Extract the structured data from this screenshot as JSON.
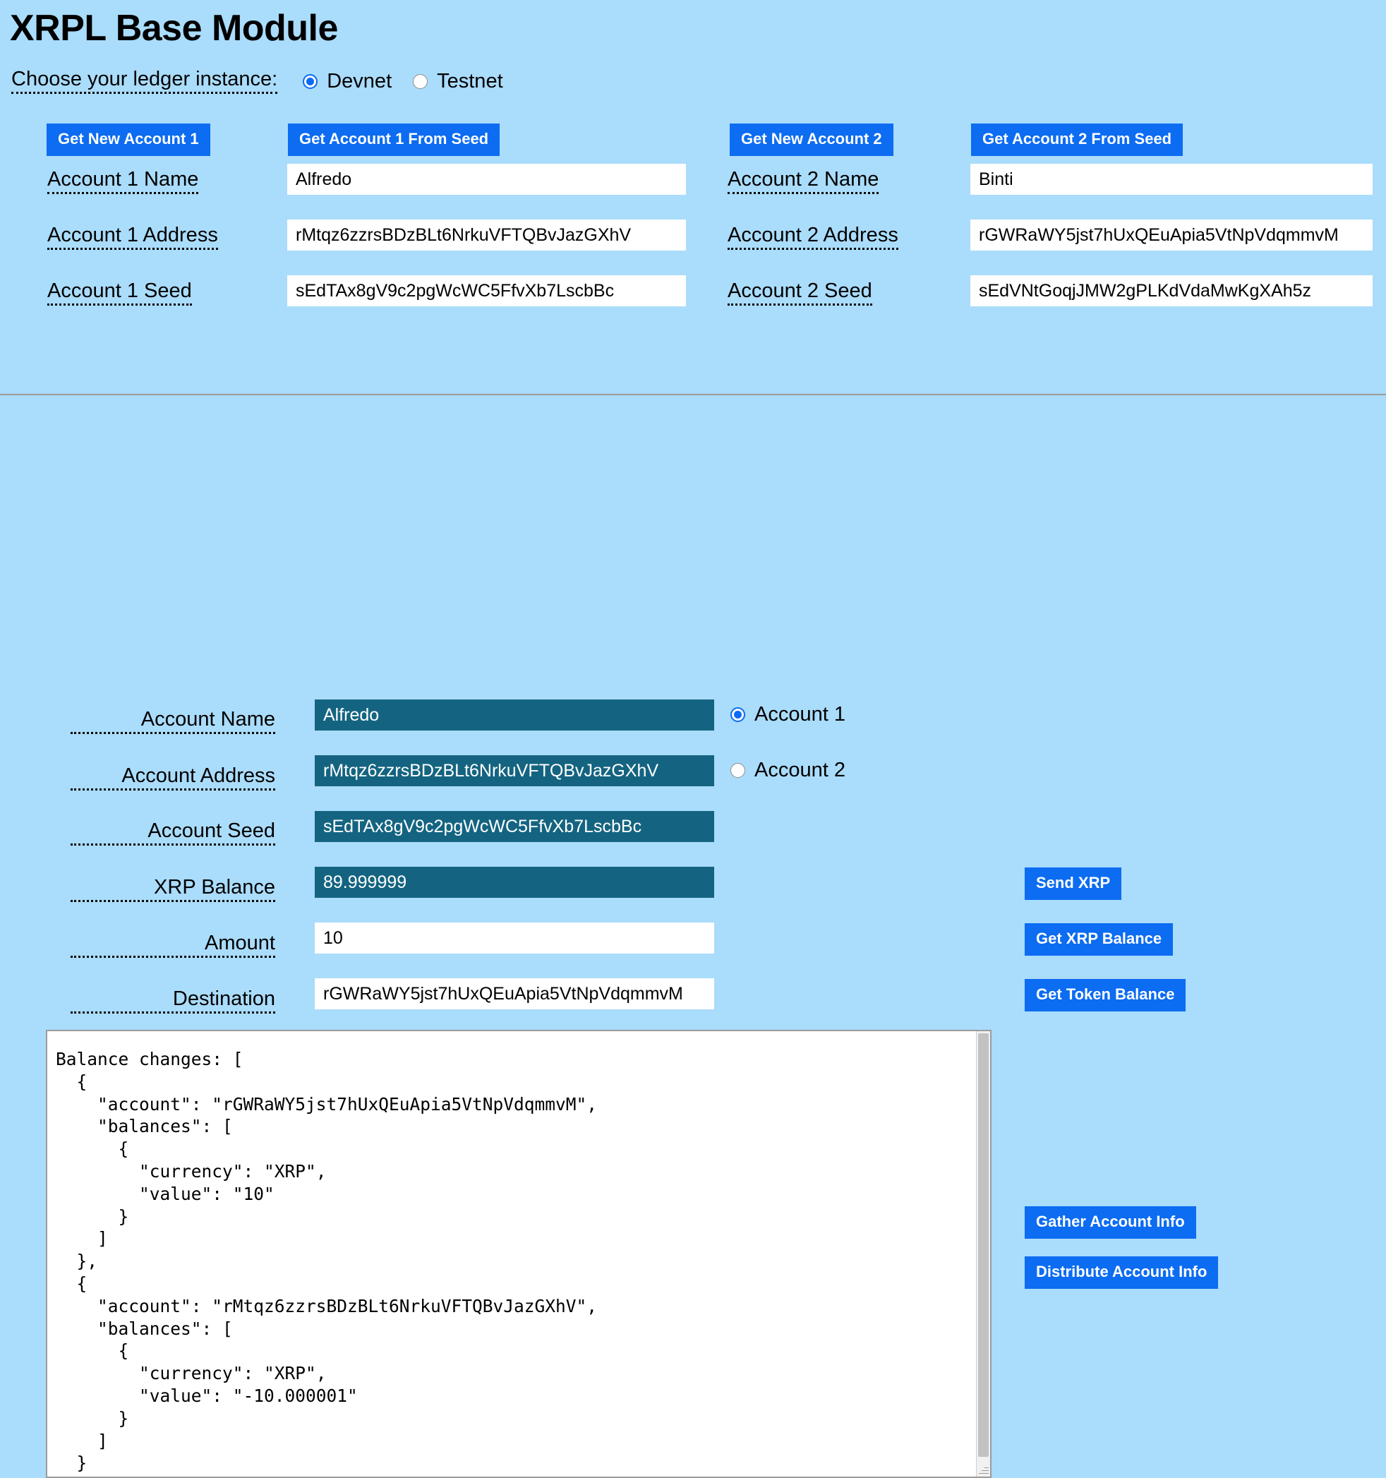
{
  "title": "XRPL Base Module",
  "ledger": {
    "label": "Choose your ledger instance:",
    "options": [
      {
        "label": "Devnet",
        "selected": true
      },
      {
        "label": "Testnet",
        "selected": false
      }
    ]
  },
  "accounts": {
    "buttons": {
      "new_account_1": "Get New Account 1",
      "account_1_from_seed": "Get Account 1 From Seed",
      "new_account_2": "Get New Account 2",
      "account_2_from_seed": "Get Account 2 From Seed"
    },
    "account1": {
      "name_label": "Account 1 Name",
      "name_value": "Alfredo",
      "address_label": "Account 1 Address",
      "address_value": "rMtqz6zzrsBDzBLt6NrkuVFTQBvJazGXhV",
      "seed_label": "Account 1 Seed",
      "seed_value": "sEdTAx8gV9c2pgWcWC5FfvXb7LscbBc"
    },
    "account2": {
      "name_label": "Account 2 Name",
      "name_value": "Binti",
      "address_label": "Account 2 Address",
      "address_value": "rGWRaWY5jst7hUxQEuApia5VtNpVdqmmvM",
      "seed_label": "Account 2 Seed",
      "seed_value": "sEdVNtGoqjJMW2gPLKdVdaMwKgXAh5z"
    }
  },
  "active": {
    "account_name_label": "Account Name",
    "account_name_value": "Alfredo",
    "account_address_label": "Account Address",
    "account_address_value": "rMtqz6zzrsBDzBLt6NrkuVFTQBvJazGXhV",
    "account_seed_label": "Account Seed",
    "account_seed_value": "sEdTAx8gV9c2pgWcWC5FfvXb7LscbBc",
    "xrp_balance_label": "XRP Balance",
    "xrp_balance_value": "89.999999",
    "amount_label": "Amount",
    "amount_value": "10",
    "destination_label": "Destination",
    "destination_value": "rGWRaWY5jst7hUxQEuApia5VtNpVdqmmvM",
    "account_radios": [
      {
        "label": "Account 1",
        "selected": true
      },
      {
        "label": "Account 2",
        "selected": false
      }
    ]
  },
  "actions": {
    "send_xrp": "Send XRP",
    "get_xrp_balance": "Get XRP Balance",
    "get_token_balance": "Get Token Balance",
    "gather_account_info": "Gather Account Info",
    "distribute_account_info": "Distribute Account Info"
  },
  "output": {
    "text": "Balance changes: [\n  {\n    \"account\": \"rGWRaWY5jst7hUxQEuApia5VtNpVdqmmvM\",\n    \"balances\": [\n      {\n        \"currency\": \"XRP\",\n        \"value\": \"10\"\n      }\n    ]\n  },\n  {\n    \"account\": \"rMtqz6zzrsBDzBLt6NrkuVFTQBvJazGXhV\",\n    \"balances\": [\n      {\n        \"currency\": \"XRP\",\n        \"value\": \"-10.000001\"\n      }\n    ]\n  }\n"
  },
  "colors": {
    "page_background": "#aadcfb",
    "button_blue": "#0c6cf2",
    "field_dark": "#146481",
    "radio_accent": "#0a6af5"
  }
}
